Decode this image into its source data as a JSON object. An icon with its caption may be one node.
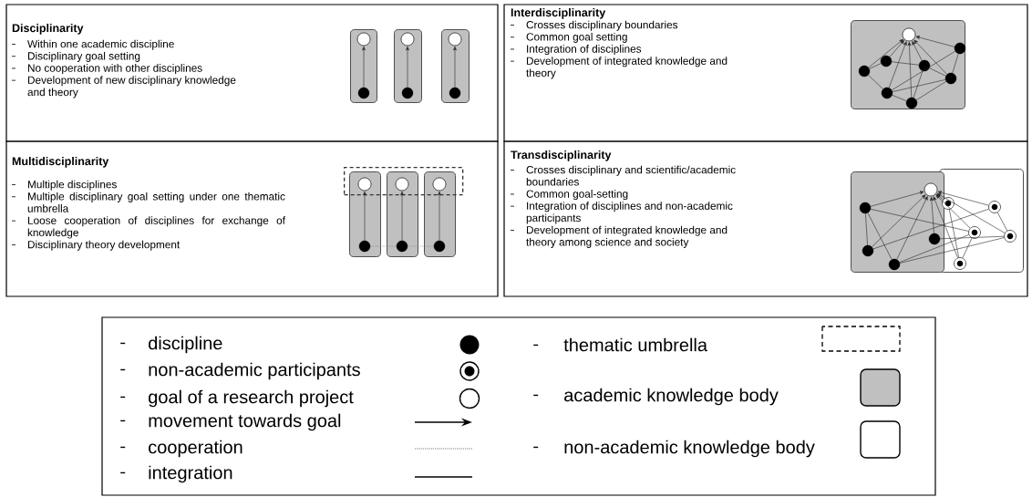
{
  "diagram": {
    "nodes": [
      {
        "text": [
          "Disciplinarity",
          "Within one academic discipline",
          "Disciplinary goal setting",
          "No cooperation with other disciplines",
          "Development of new disciplinary knowledge and theory"
        ]
      },
      {
        "text": [],
        "shape": "box",
        "in": 0
      },
      {
        "text": [],
        "shape": "circle",
        "in": 1
      },
      {
        "text": [],
        "shape": "circle",
        "in": 1
      },
      {
        "text": [],
        "shape": "box",
        "in": 0
      },
      {
        "text": [],
        "shape": "circle",
        "in": 4
      },
      {
        "text": [],
        "shape": "circle",
        "in": 4
      },
      {
        "text": [],
        "shape": "box",
        "in": 0
      },
      {
        "text": [],
        "shape": "circle",
        "in": 7
      },
      {
        "text": [],
        "shape": "circle",
        "in": 7
      },
      {
        "text": [
          "Multidisciplinarity",
          "Multiple disciplines",
          "Multiple disciplinary goal setting under one thematic umbrella",
          "Loose cooperation of disciplines for exchange of knowledge",
          "Disciplinary theory development"
        ]
      },
      {
        "text": [],
        "shape": "box",
        "in": 10
      },
      {
        "text": [],
        "shape": "box",
        "in": 10
      },
      {
        "text": [],
        "shape": "circle"
      },
      {
        "text": [],
        "shape": "circle",
        "in": 12
      },
      {
        "text": [],
        "shape": "box",
        "in": 10
      },
      {
        "text": [],
        "shape": "circle"
      },
      {
        "text": [],
        "shape": "circle",
        "in": 15
      },
      {
        "text": [],
        "shape": "box",
        "in": 10
      },
      {
        "text": [],
        "shape": "circle"
      },
      {
        "text": [],
        "shape": "circle",
        "in": 18
      },
      {
        "text": [
          "Interdisciplinarity",
          "Crosses disciplinary boundaries",
          "Common goal setting",
          "Integration of disciplines",
          "Development of integrated knowledge and theory"
        ]
      },
      {
        "text": [],
        "shape": "box",
        "in": 21
      },
      {
        "text": [],
        "shape": "circle",
        "in": 22
      },
      {
        "text": [],
        "shape": "circle",
        "in": 22
      },
      {
        "text": [],
        "shape": "circle",
        "in": 22
      },
      {
        "text": [],
        "shape": "circle",
        "in": 22
      },
      {
        "text": [],
        "shape": "circle",
        "in": 22
      },
      {
        "text": [],
        "shape": "circle",
        "in": 22
      },
      {
        "text": [],
        "shape": "circle",
        "in": 22
      },
      {
        "text": [],
        "shape": "circle",
        "in": 22
      },
      {
        "text": [
          "Transdisciplinarity",
          "Crosses disciplinary and scientific/academic boundaries",
          "Common goal-setting",
          "Integration of disciplines and non-academic participants",
          "Development of integrated knowledge and theory among science and society"
        ]
      },
      {
        "text": [],
        "shape": "box",
        "in": 31
      },
      {
        "text": [],
        "shape": "box",
        "in": 31
      },
      {
        "text": [],
        "shape": "circle",
        "in": 32
      },
      {
        "text": [],
        "shape": "circle",
        "in": 32
      },
      {
        "text": [],
        "shape": "circle",
        "in": 32
      },
      {
        "text": [],
        "shape": "circle",
        "in": 32
      },
      {
        "text": [],
        "shape": "circle",
        "in": 32
      },
      {
        "text": [],
        "shape": "circle",
        "in": 33
      },
      {
        "text": [],
        "shape": "circle",
        "in": 33
      },
      {
        "text": [],
        "shape": "circle",
        "in": 33
      },
      {
        "text": [],
        "shape": "circle",
        "in": 33
      },
      {
        "text": [],
        "shape": "circle",
        "in": 33
      }
    ],
    "edges": [
      {
        "from": 3,
        "to": 2,
        "arrow": "to"
      },
      {
        "from": 6,
        "to": 5,
        "arrow": "to"
      },
      {
        "from": 9,
        "to": 8,
        "arrow": "to"
      },
      {
        "from": 14,
        "to": 13,
        "arrow": "to"
      },
      {
        "from": 17,
        "to": 16,
        "arrow": "to"
      },
      {
        "from": 20,
        "to": 19,
        "arrow": "to"
      },
      {
        "from": 14,
        "to": 17,
        "arrow": "none",
        "style": "dashed",
        "color": "#808080"
      },
      {
        "from": 17,
        "to": 20,
        "arrow": "none",
        "style": "dashed",
        "color": "#808080"
      },
      {
        "from": 24,
        "to": 23,
        "arrow": "to"
      },
      {
        "from": 25,
        "to": 23,
        "arrow": "to"
      },
      {
        "from": 26,
        "to": 23,
        "arrow": "to"
      },
      {
        "from": 27,
        "to": 23,
        "arrow": "to"
      },
      {
        "from": 28,
        "to": 23,
        "arrow": "to"
      },
      {
        "from": 29,
        "to": 23,
        "arrow": "to"
      },
      {
        "from": 30,
        "to": 23,
        "arrow": "to"
      },
      {
        "from": 24,
        "to": 25,
        "arrow": "none"
      },
      {
        "from": 24,
        "to": 26,
        "arrow": "none"
      },
      {
        "from": 25,
        "to": 28,
        "arrow": "none"
      },
      {
        "from": 26,
        "to": 27,
        "arrow": "none"
      },
      {
        "from": 26,
        "to": 29,
        "arrow": "none"
      },
      {
        "from": 26,
        "to": 30,
        "arrow": "none"
      },
      {
        "from": 27,
        "to": 29,
        "arrow": "none"
      },
      {
        "from": 28,
        "to": 27,
        "arrow": "none"
      },
      {
        "from": 28,
        "to": 29,
        "arrow": "none"
      },
      {
        "from": 30,
        "to": 29,
        "arrow": "none"
      },
      {
        "from": 35,
        "to": 34,
        "arrow": "to"
      },
      {
        "from": 36,
        "to": 34,
        "arrow": "to"
      },
      {
        "from": 37,
        "to": 34,
        "arrow": "to"
      },
      {
        "from": 38,
        "to": 34,
        "arrow": "to"
      },
      {
        "from": 39,
        "to": 34,
        "arrow": "to"
      },
      {
        "from": 40,
        "to": 34,
        "arrow": "to"
      },
      {
        "from": 41,
        "to": 34,
        "arrow": "to"
      },
      {
        "from": 42,
        "to": 34,
        "arrow": "to"
      },
      {
        "from": 43,
        "to": 34,
        "arrow": "to"
      },
      {
        "from": 35,
        "to": 36,
        "arrow": "none"
      },
      {
        "from": 35,
        "to": 37,
        "arrow": "none"
      },
      {
        "from": 35,
        "to": 41,
        "arrow": "none"
      },
      {
        "from": 36,
        "to": 42,
        "arrow": "none"
      },
      {
        "from": 37,
        "to": 41,
        "arrow": "none"
      },
      {
        "from": 37,
        "to": 43,
        "arrow": "none"
      },
      {
        "from": 38,
        "to": 43,
        "arrow": "none"
      },
      {
        "from": 39,
        "to": 40,
        "arrow": "none"
      },
      {
        "from": 40,
        "to": 41,
        "arrow": "none"
      },
      {
        "from": 42,
        "to": 43,
        "arrow": "none"
      }
    ],
    "legend": [
      {
        "text": "discipline"
      },
      {
        "text": "non-academic participants"
      },
      {
        "text": "goal of a research project"
      },
      {
        "text": "movement towards goal"
      },
      {
        "text": "cooperation"
      },
      {
        "text": "integration"
      },
      {
        "text": "thematic umbrella"
      },
      {
        "text": "academic knowledge body",
        "color": "#c0c0c0"
      },
      {
        "text": "non-academic knowledge body"
      }
    ]
  }
}
